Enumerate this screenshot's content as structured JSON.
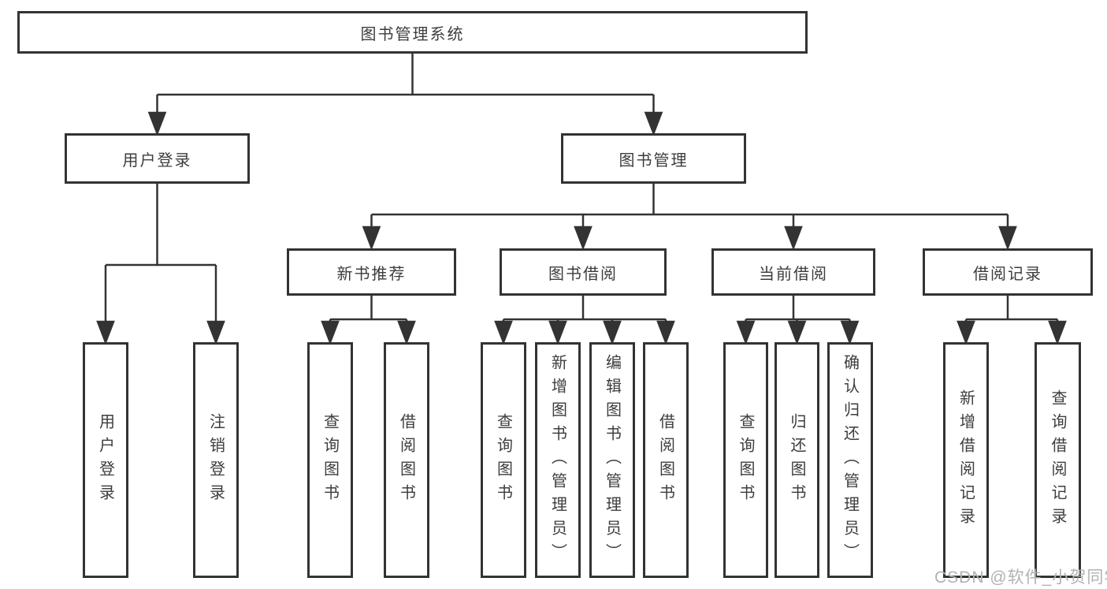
{
  "diagram_title": "图书管理系统",
  "tree": {
    "root": {
      "label": "图书管理系统"
    },
    "branches": [
      {
        "label": "用户登录",
        "children": [
          {
            "label": "用户登录"
          },
          {
            "label": "注销登录"
          }
        ]
      },
      {
        "label": "图书管理",
        "children": [
          {
            "label": "新书推荐",
            "children": [
              {
                "label": "查询图书"
              },
              {
                "label": "借阅图书"
              }
            ]
          },
          {
            "label": "图书借阅",
            "children": [
              {
                "label": "查询图书"
              },
              {
                "label": "新增图书（管理员）"
              },
              {
                "label": "编辑图书（管理员）"
              },
              {
                "label": "借阅图书"
              }
            ]
          },
          {
            "label": "当前借阅",
            "children": [
              {
                "label": "查询图书"
              },
              {
                "label": "归还图书"
              },
              {
                "label": "确认归还（管理员）"
              }
            ]
          },
          {
            "label": "借阅记录",
            "children": [
              {
                "label": "新增借阅记录"
              },
              {
                "label": "查询借阅记录"
              }
            ]
          }
        ]
      }
    ]
  },
  "watermark": "CSDN @软件_小贺同学",
  "colors": {
    "line": "#333333",
    "text": "#3d3d3d",
    "watermark": "#b2b2b2",
    "background": "#ffffff"
  }
}
